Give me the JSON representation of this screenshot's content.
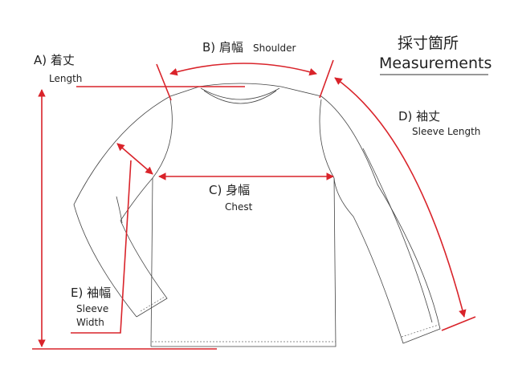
{
  "title": {
    "jp": "採寸箇所",
    "en": "Measurements"
  },
  "labels": {
    "length": {
      "jp": "A) 着丈",
      "en": "Length"
    },
    "shoulder": {
      "jp": "B) 肩幅",
      "en": "Shoulder"
    },
    "chest": {
      "jp": "C) 身幅",
      "en": "Chest"
    },
    "sleeve_length": {
      "jp": "D) 袖丈",
      "en": "Sleeve Length"
    },
    "sleeve_width": {
      "jp": "E) 袖幅",
      "en_line1": "Sleeve",
      "en_line2": "Width"
    }
  },
  "colors": {
    "measure": "#d9232a",
    "outline": "#444444"
  }
}
